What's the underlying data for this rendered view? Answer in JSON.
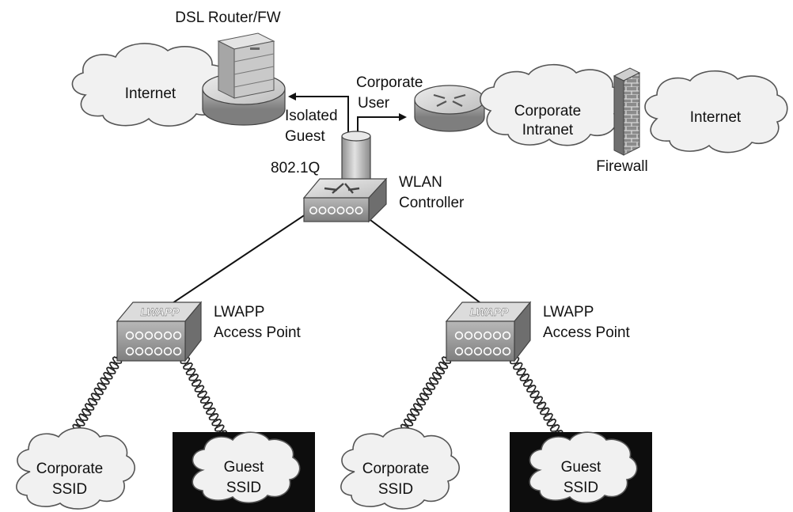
{
  "labels": {
    "dsl_router": "DSL Router/FW",
    "internet_left": "Internet",
    "corporate_user_1": "Corporate",
    "corporate_user_2": "User",
    "isolated_guest_1": "Isolated",
    "isolated_guest_2": "Guest",
    "dot1q": "802.1Q",
    "corporate_intranet_1": "Corporate",
    "corporate_intranet_2": "Intranet",
    "firewall": "Firewall",
    "internet_right": "Internet",
    "wlan_controller_1": "WLAN",
    "wlan_controller_2": "Controller",
    "ap_left_1": "LWAPP",
    "ap_left_2": "Access Point",
    "ap_right_1": "LWAPP",
    "ap_right_2": "Access Point",
    "ap_badge_left": "LWAPP",
    "ap_badge_right": "LWAPP",
    "corp_ssid_left_1": "Corporate",
    "corp_ssid_left_2": "SSID",
    "guest_ssid_left_1": "Guest",
    "guest_ssid_left_2": "SSID",
    "corp_ssid_right_1": "Corporate",
    "corp_ssid_right_2": "SSID",
    "guest_ssid_right_1": "Guest",
    "guest_ssid_right_2": "SSID"
  },
  "colors": {
    "device_face": "#9a9a9a",
    "device_top": "#d8d8d8",
    "guest_box": "#0d0d0d",
    "firewall_brick": "#7a7a7a"
  },
  "icons": [
    "router-icon",
    "server-icon",
    "switch-icon",
    "access-point-icon",
    "firewall-icon",
    "cloud-icon",
    "trunk-pipe-icon",
    "wireless-link-icon"
  ]
}
